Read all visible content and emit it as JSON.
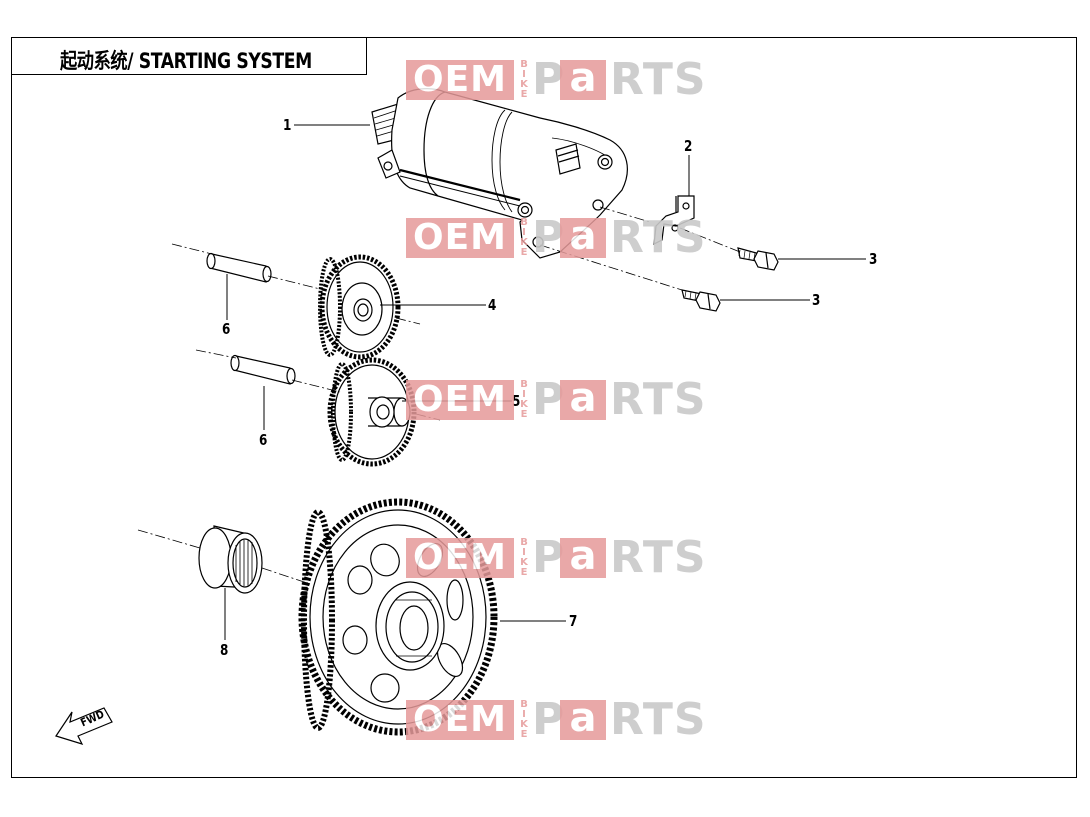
{
  "title": "起动系统/ STARTING SYSTEM",
  "callouts": [
    "1",
    "2",
    "3",
    "3",
    "4",
    "5",
    "6",
    "6",
    "7",
    "8"
  ],
  "watermark": {
    "oem": "OEM",
    "bike": "BIKE",
    "p": "P",
    "a": "a",
    "rts": "RTS"
  },
  "fwd_label": "FWD",
  "colors": {
    "watermark_red": "#e69a9a",
    "watermark_gray": "#c9c9c9",
    "line": "#000000"
  },
  "parts": [
    {
      "ref": "1",
      "name": "starter-motor"
    },
    {
      "ref": "2",
      "name": "bracket"
    },
    {
      "ref": "3",
      "name": "bolt"
    },
    {
      "ref": "4",
      "name": "idle-gear"
    },
    {
      "ref": "5",
      "name": "reduction-gear"
    },
    {
      "ref": "6",
      "name": "shaft"
    },
    {
      "ref": "7",
      "name": "starter-clutch-gear"
    },
    {
      "ref": "8",
      "name": "needle-bearing"
    }
  ]
}
